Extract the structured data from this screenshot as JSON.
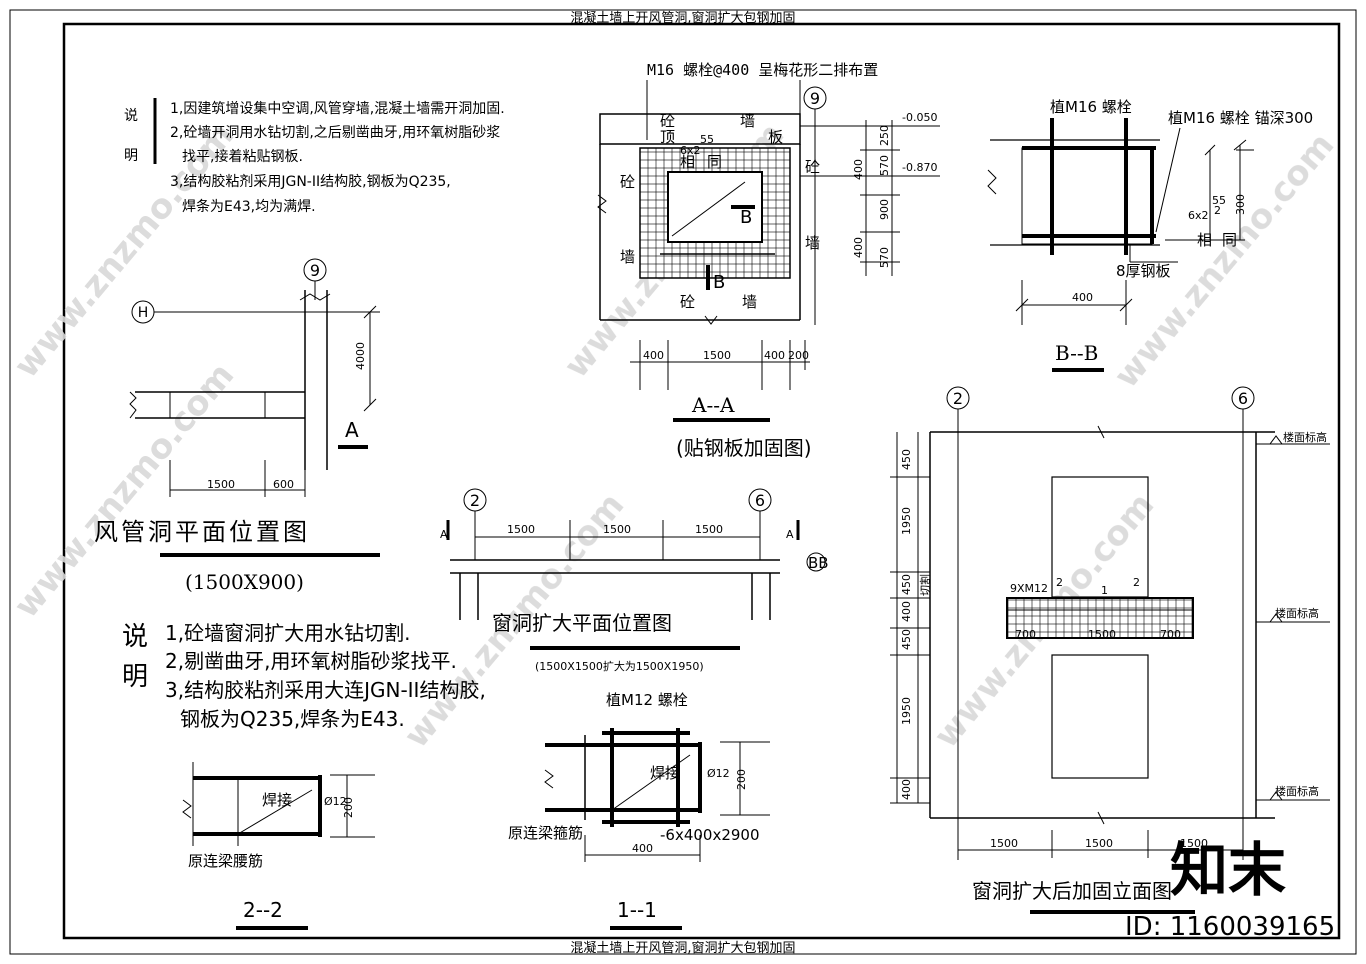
{
  "header": {
    "top_title": "混凝土墙上开风管洞,窗洞扩大包钢加固",
    "bottom_title": "混凝土墙上开风管洞,窗洞扩大包钢加固"
  },
  "notes1": {
    "heading": [
      "说",
      "明"
    ],
    "lines": [
      "1,因建筑增设集中空调,风管穿墙,混凝土墙需开洞加固.",
      "2,砼墙开洞用水钻切割,之后剔凿曲牙,用环氧树脂砂浆",
      "找平,接着粘贴钢板.",
      "3,结构胶粘剂采用JGN-II结构胶,钢板为Q235,",
      "焊条为E43,均为满焊."
    ]
  },
  "notes2": {
    "heading": [
      "说",
      "明"
    ],
    "lines": [
      "1,砼墙窗洞扩大用水钻切割.",
      "2,剔凿曲牙,用环氧树脂砂浆找平.",
      "3,结构胶粘剂采用大连JGN-II结构胶,",
      "钢板为Q235,焊条为E43."
    ]
  },
  "plan1": {
    "axis_9": "9",
    "axis_h": "H",
    "dim_4000": "4000",
    "section_a": "A",
    "dim_1500": "1500",
    "dim_600": "600",
    "title": "风管洞平面位置图",
    "subtitle": "(1500X900)"
  },
  "sectionAA": {
    "top_note": "M16 螺栓@400 呈梅花形二排布置",
    "axis_9": "9",
    "wall_top": [
      "砼",
      "墙"
    ],
    "ding": "顶",
    "ban": "板",
    "wall_left": [
      "砼",
      "墙"
    ],
    "wall_right": [
      "砼",
      "墙"
    ],
    "wall_bottom": [
      "砼",
      "墙"
    ],
    "weld1": "6x2",
    "weld_55": "55",
    "xiang": "相",
    "tong": "同",
    "section_b": "B",
    "elev1": "-0.050",
    "elev2": "-0.870",
    "vdims": [
      "250",
      "570",
      "400",
      "900",
      "400",
      "570"
    ],
    "hdims": [
      "400",
      "1500",
      "400",
      "200"
    ],
    "title": "A--A",
    "subtitle": "(贴钢板加固图)"
  },
  "sectionBB": {
    "bolt1": "植M16 螺栓",
    "bolt2": "植M16 螺栓 锚深300",
    "dim_55": "55",
    "dim_300": "300",
    "weld": "6x2",
    "weld_2": "2",
    "xiang": "相",
    "tong": "同",
    "plate": "8厚钢板",
    "dim_400": "400",
    "title": "B--B"
  },
  "plan2": {
    "axis_2": "2",
    "axis_6": "6",
    "a_left": "A",
    "a_right": "A",
    "dims": [
      "1500",
      "1500",
      "1500"
    ],
    "bb": "BB",
    "title": "窗洞扩大平面位置图",
    "subtitle": "(1500X1500扩大为1500X1950)"
  },
  "elevation": {
    "axis_2": "2",
    "axis_6": "6",
    "floor_labels": [
      "楼面标高",
      "楼面标高",
      "楼面标高"
    ],
    "left_dims": [
      "450",
      "1950",
      "450",
      "400",
      "450",
      "1950",
      "400"
    ],
    "mark_cut": "切割",
    "rebar": "9XM12",
    "mark2a": "2",
    "mark1": "1",
    "mark2b": "2",
    "beam_dims": [
      "700",
      "1500",
      "700"
    ],
    "bottom_dims": [
      "1500",
      "1500",
      "1500"
    ],
    "title": "窗洞扩大后加固立面图"
  },
  "section11": {
    "bolt": "植M12 螺栓",
    "weld": "焊接",
    "dim_12": "Ø12",
    "dim_200": "200",
    "rebar": "原连梁箍筋",
    "plate": "-6x400x2900",
    "dim_400": "400",
    "title": "1--1"
  },
  "section22": {
    "weld": "焊接",
    "dim_12": "Ø12",
    "dim_200": "200",
    "rebar": "原连梁腰筋",
    "title": "2--2"
  },
  "watermark": {
    "text": "www.znzmo.com",
    "logo": "知末",
    "id": "ID: 1160039165"
  }
}
